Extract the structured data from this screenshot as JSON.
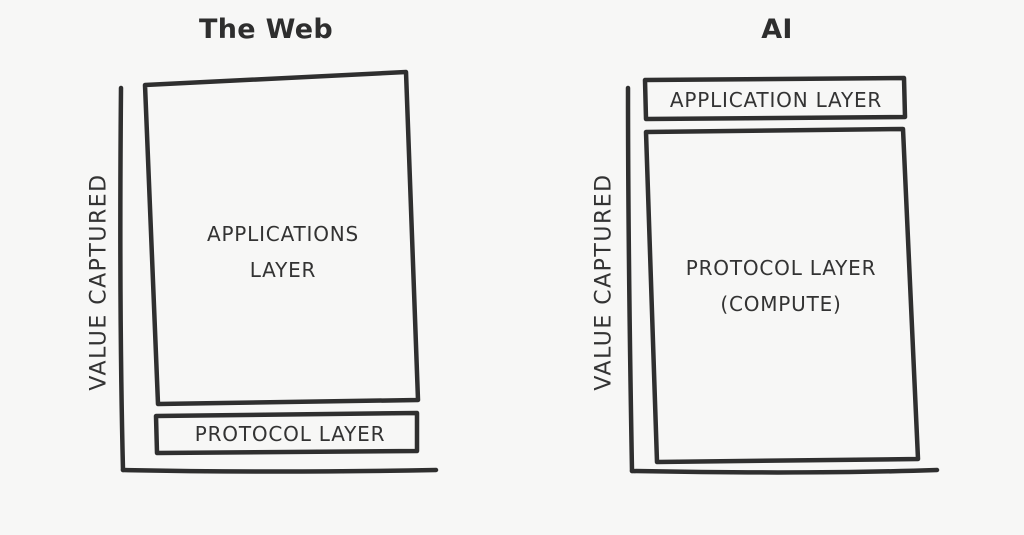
{
  "panels": {
    "web": {
      "title": "The Web",
      "axis_label": "VALUE CAPTURED",
      "top_box": {
        "line1": "APPLICATIONS",
        "line2": "LAYER"
      },
      "bottom_box": {
        "label": "PROTOCOL LAYER"
      }
    },
    "ai": {
      "title": "AI",
      "axis_label": "VALUE CAPTURED",
      "top_box": {
        "label": "APPLICATION LAYER"
      },
      "bottom_box": {
        "line1": "PROTOCOL LAYER",
        "line2": "(COMPUTE)"
      }
    }
  },
  "colors": {
    "background": "#f7f7f6",
    "ink": "#2f2f2f"
  }
}
